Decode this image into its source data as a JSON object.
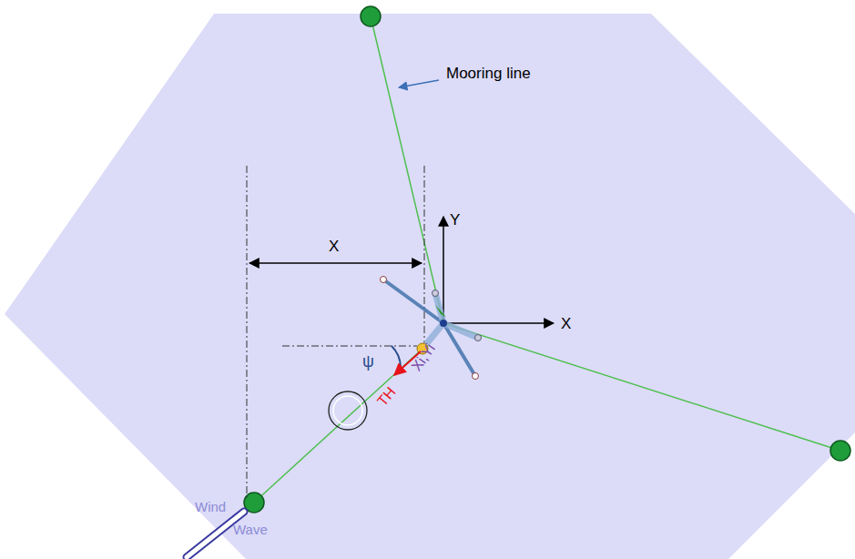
{
  "diagram": {
    "labels": [
      "Mooring line",
      "X",
      "Y",
      "X",
      "ψ",
      "Xi,Yi",
      "TH",
      "Wind",
      "Wave"
    ]
  }
}
